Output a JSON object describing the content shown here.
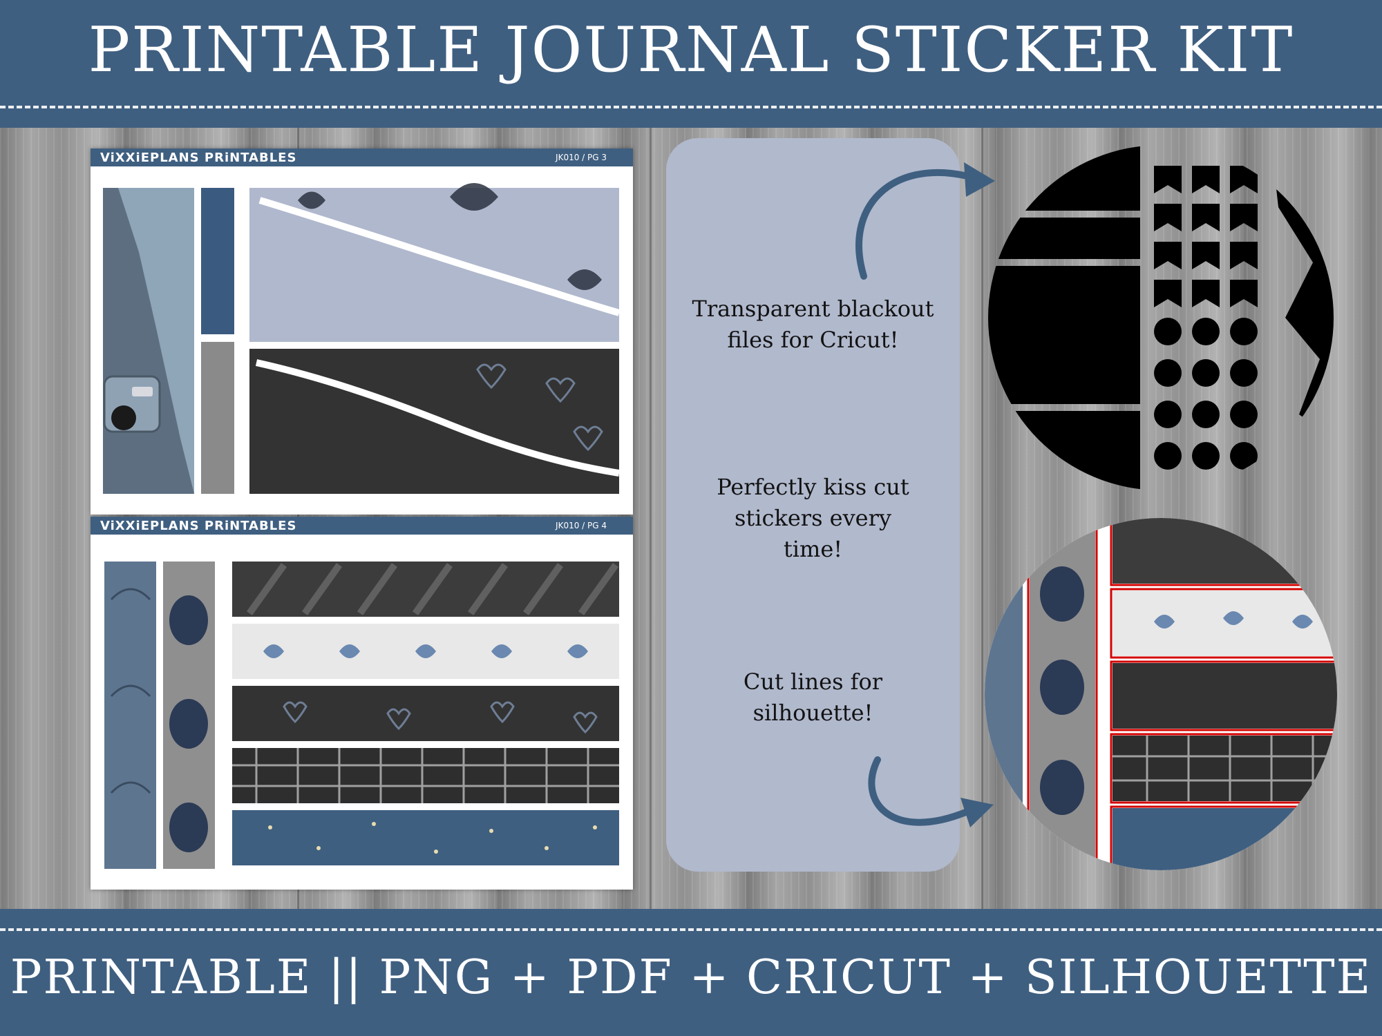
{
  "header": {
    "title": "PRINTABLE JOURNAL STICKER KIT"
  },
  "footer": {
    "text": "PRINTABLE || PNG + PDF + CRICUT + SILHOUETTE"
  },
  "sheets": [
    {
      "brand": "ViXXiEPLANS PRiNTABLES",
      "code": "JK010 / PG 3"
    },
    {
      "brand": "ViXXiEPLANS PRiNTABLES",
      "code": "JK010 / PG 4"
    }
  ],
  "features": [
    {
      "line1": "Transparent blackout",
      "line2": "files for  Cricut!"
    },
    {
      "line1": "Perfectly kiss cut",
      "line2": "stickers every",
      "line3": "time!"
    },
    {
      "line1": "Cut lines for",
      "line2": "silhouette!"
    }
  ],
  "colors": {
    "banner": "#3f5f80",
    "panel": "#b1b9cd",
    "arrow": "#3f5f80",
    "dusty_blue": "#8fa5b8",
    "navy": "#3b5a80",
    "dark_grey": "#333333",
    "light_grey": "#e8e8e8",
    "mid_grey": "#8a8a8a",
    "lavender": "#b0b8cd",
    "cut_line": "#d40000"
  },
  "icons": [
    "curved-arrow-icon",
    "camera-illustration",
    "butterfly-pattern",
    "heart-pattern",
    "plaid-pattern",
    "zebra-pattern",
    "star-pattern"
  ]
}
